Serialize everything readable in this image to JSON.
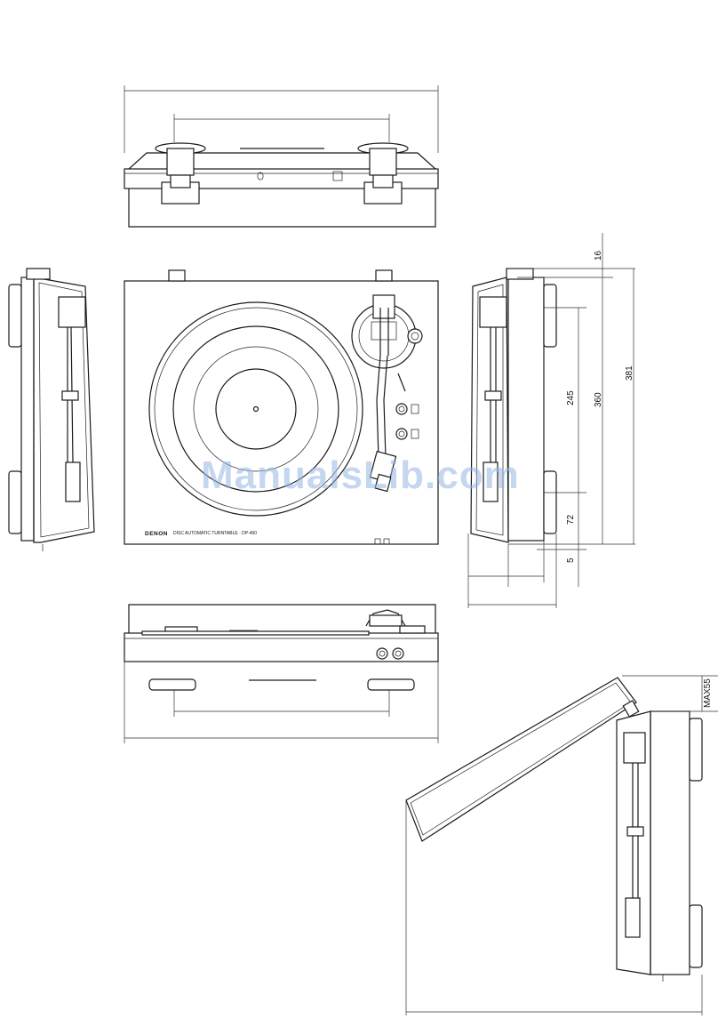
{
  "dimensions": {
    "d16": "16",
    "d360": "360",
    "d381": "381",
    "d245": "245",
    "d72": "72",
    "d5": "5",
    "max55": "MAX55"
  },
  "labels": {
    "brand": "DENON",
    "model_line": "DISC AUTOMATIC TURNTABLE · DP-400",
    "watermark": "ManualsLib.com"
  },
  "colors": {
    "line": "#1a1a1a",
    "watermark": "#96b4e1"
  }
}
